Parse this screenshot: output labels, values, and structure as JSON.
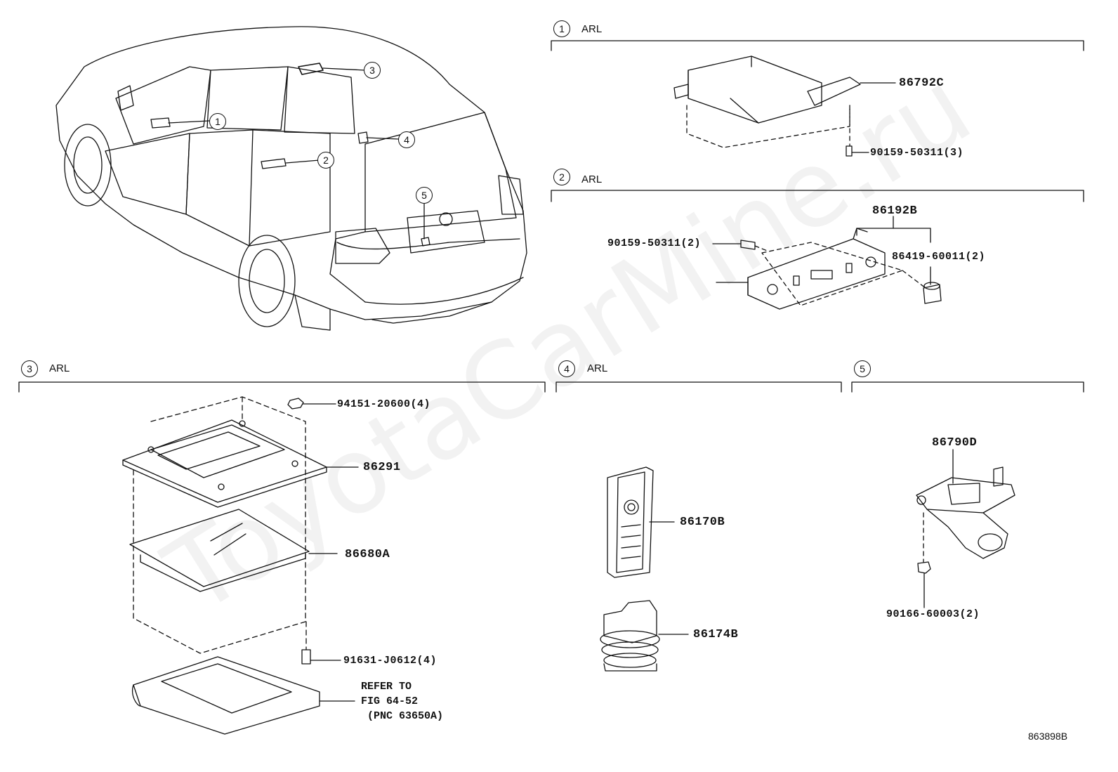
{
  "watermark": "ToyotaCarMine.ru",
  "figure_code": "863898B",
  "sections": [
    {
      "num": "1",
      "label": "ARL"
    },
    {
      "num": "2",
      "label": "ARL"
    },
    {
      "num": "3",
      "label": "ARL"
    },
    {
      "num": "4",
      "label": "ARL"
    },
    {
      "num": "5",
      "label": ""
    }
  ],
  "vehicle_callouts": [
    "1",
    "2",
    "3",
    "4",
    "5"
  ],
  "parts": {
    "p86792C": "86792C",
    "p90159_3": "90159-50311(3)",
    "p86192B": "86192B",
    "p90159_2": "90159-50311(2)",
    "p86419": "86419-60011(2)",
    "p94151": "94151-20600(4)",
    "p86291": "86291",
    "p86680A": "86680A",
    "p91631": "91631-J0612(4)",
    "p86170B": "86170B",
    "p86174B": "86174B",
    "p86790D": "86790D",
    "p90166": "90166-60003(2)"
  },
  "refer": "REFER TO\nFIG 64-52\n (PNC 63650A)"
}
